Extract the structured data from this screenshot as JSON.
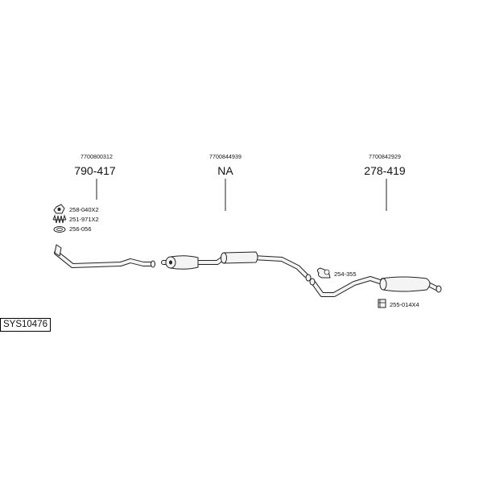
{
  "diagram": {
    "system_code": "SYS10476",
    "sections": [
      {
        "oem_number": "7700800312",
        "part_ref": "790-417"
      },
      {
        "oem_number": "7700844939",
        "part_ref": "NA"
      },
      {
        "oem_number": "7700842929",
        "part_ref": "278-419"
      }
    ],
    "fittings": [
      {
        "label": "258-040X2",
        "icon": "nut-icon"
      },
      {
        "label": "251-971X2",
        "icon": "spring-icon"
      },
      {
        "label": "256-056",
        "icon": "gasket-ring-icon"
      },
      {
        "label": "254-355",
        "icon": "clamp-icon"
      },
      {
        "label": "255-014X4",
        "icon": "rubber-mount-icon"
      }
    ],
    "colors": {
      "line": "#222222",
      "pipe_fill": "#f4f4f4",
      "background": "#ffffff"
    }
  }
}
